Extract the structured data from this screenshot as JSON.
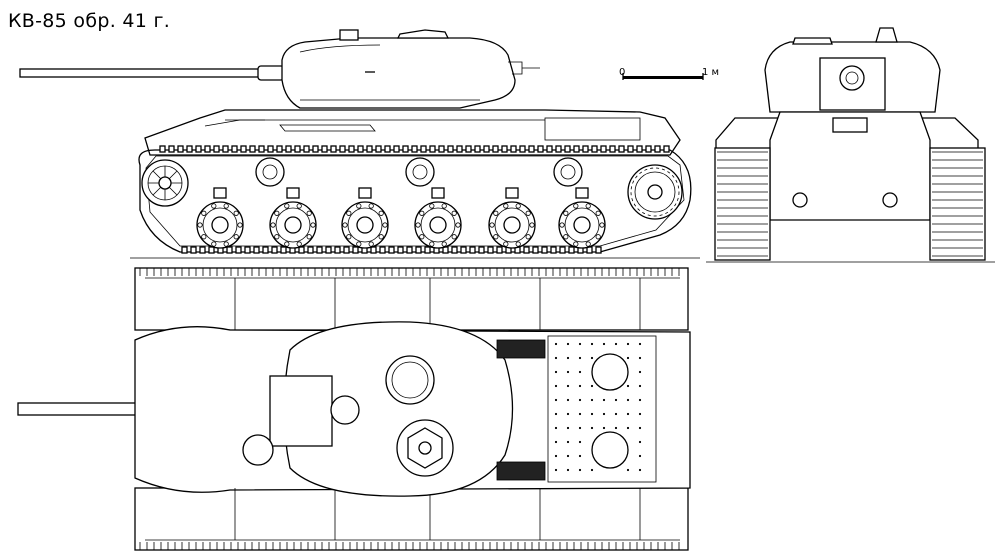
{
  "title": "КВ-85 обр. 41 г.",
  "scale": {
    "start_label": "0",
    "end_label": "1 м"
  }
}
